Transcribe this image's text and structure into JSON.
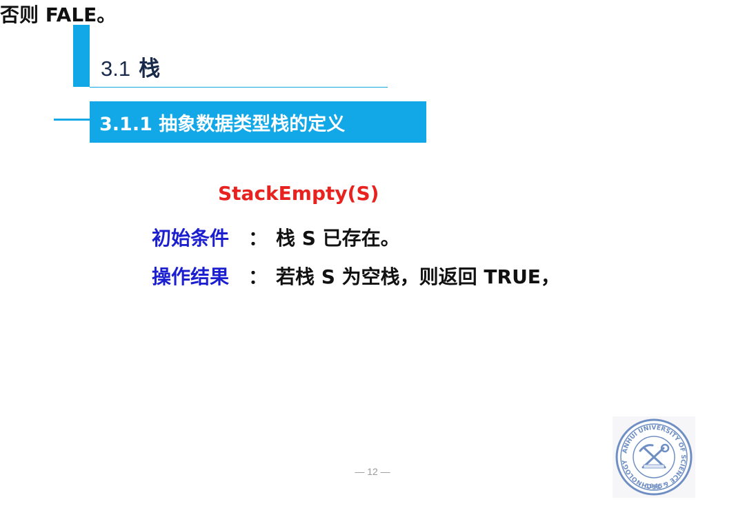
{
  "section": {
    "number": "3.1",
    "name": "栈"
  },
  "subsection": {
    "title": "3.1.1 抽象数据类型栈的定义"
  },
  "operation": {
    "name": "StackEmpty(S)",
    "precondition_label": "初始条件",
    "precondition_value": "栈 S 已存在。",
    "result_label": "操作结果",
    "result_value_line1": "若栈 S 为空栈，则返回 TRUE，",
    "result_value_line2": "否则 FALE。",
    "colon": "："
  },
  "footer": {
    "page": "— 12 —"
  },
  "colors": {
    "accent": "#12a7e6",
    "label_blue": "#1c1fcf",
    "function_red": "#e8231f",
    "text": "#111111"
  },
  "seal": {
    "icon": "university-seal-icon",
    "year": "1945",
    "ring_text": "ANHUI UNIVERSITY OF SCIENCE & TECHNOLOGY"
  }
}
